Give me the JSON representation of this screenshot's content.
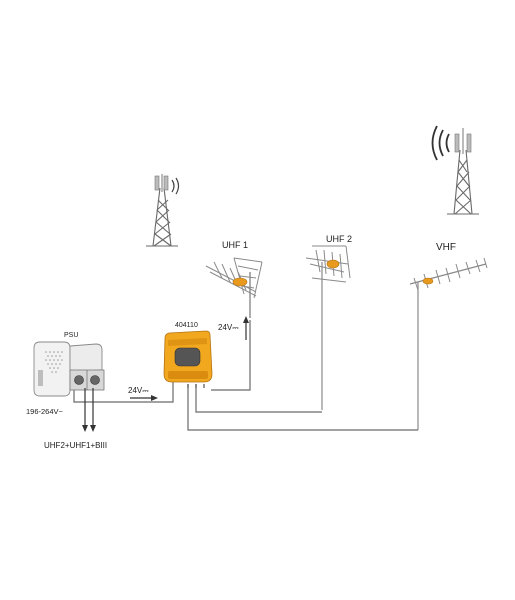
{
  "labels": {
    "uhf1": "UHF 1",
    "uhf2": "UHF 2",
    "vhf": "VHF",
    "psu": "PSU",
    "amp_model": "404110",
    "voltage_mast": "24V⎓",
    "voltage_feed": "24V⎓",
    "mains": "196-264V~",
    "output": "UHF2+UHF1+BIII"
  },
  "colors": {
    "amplifier": "#f1a81f",
    "amplifier_dark": "#d98c10",
    "antenna_element": "#e89a1e",
    "wire": "#6a6a6a",
    "psu_body": "#eeeeee"
  },
  "icons": {
    "small_tower": "transmitter-tower-icon",
    "large_tower": "transmitter-tower-icon",
    "uhf_antenna": "uhf-antenna-icon",
    "vhf_antenna": "yagi-antenna-icon",
    "amplifier": "mast-amplifier-icon",
    "psu": "power-supply-icon"
  }
}
